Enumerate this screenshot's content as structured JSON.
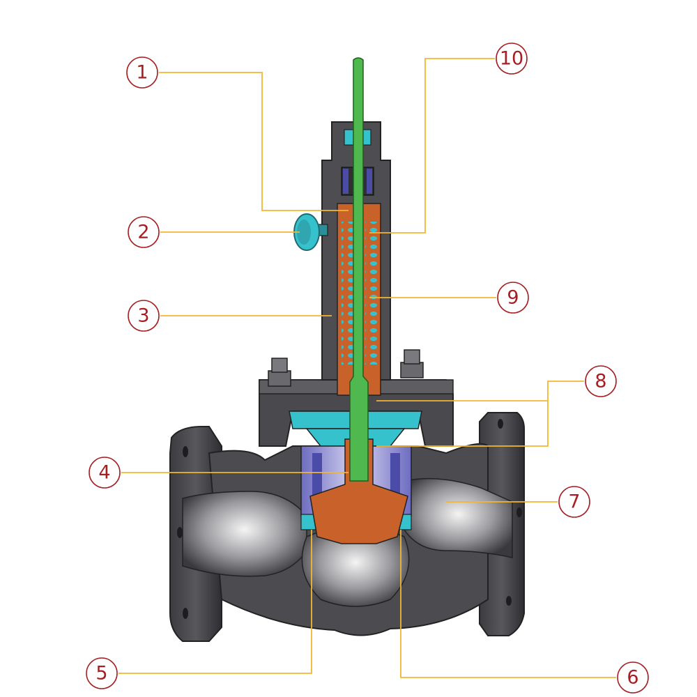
{
  "colors": {
    "callout": "#a61e22",
    "leader": "#f2b632",
    "body": "#5a5a5e",
    "body_dark": "#3a3a3d",
    "stem": "#4fb84f",
    "bonnet_liner": "#d2691e",
    "trim": "#36c2cc",
    "cage": "#9c9ad6",
    "plug": "#c8612a"
  },
  "callouts": [
    {
      "label": "1"
    },
    {
      "label": "2"
    },
    {
      "label": "3"
    },
    {
      "label": "4"
    },
    {
      "label": "5"
    },
    {
      "label": "6"
    },
    {
      "label": "7"
    },
    {
      "label": "8"
    },
    {
      "label": "9"
    },
    {
      "label": "10"
    }
  ]
}
